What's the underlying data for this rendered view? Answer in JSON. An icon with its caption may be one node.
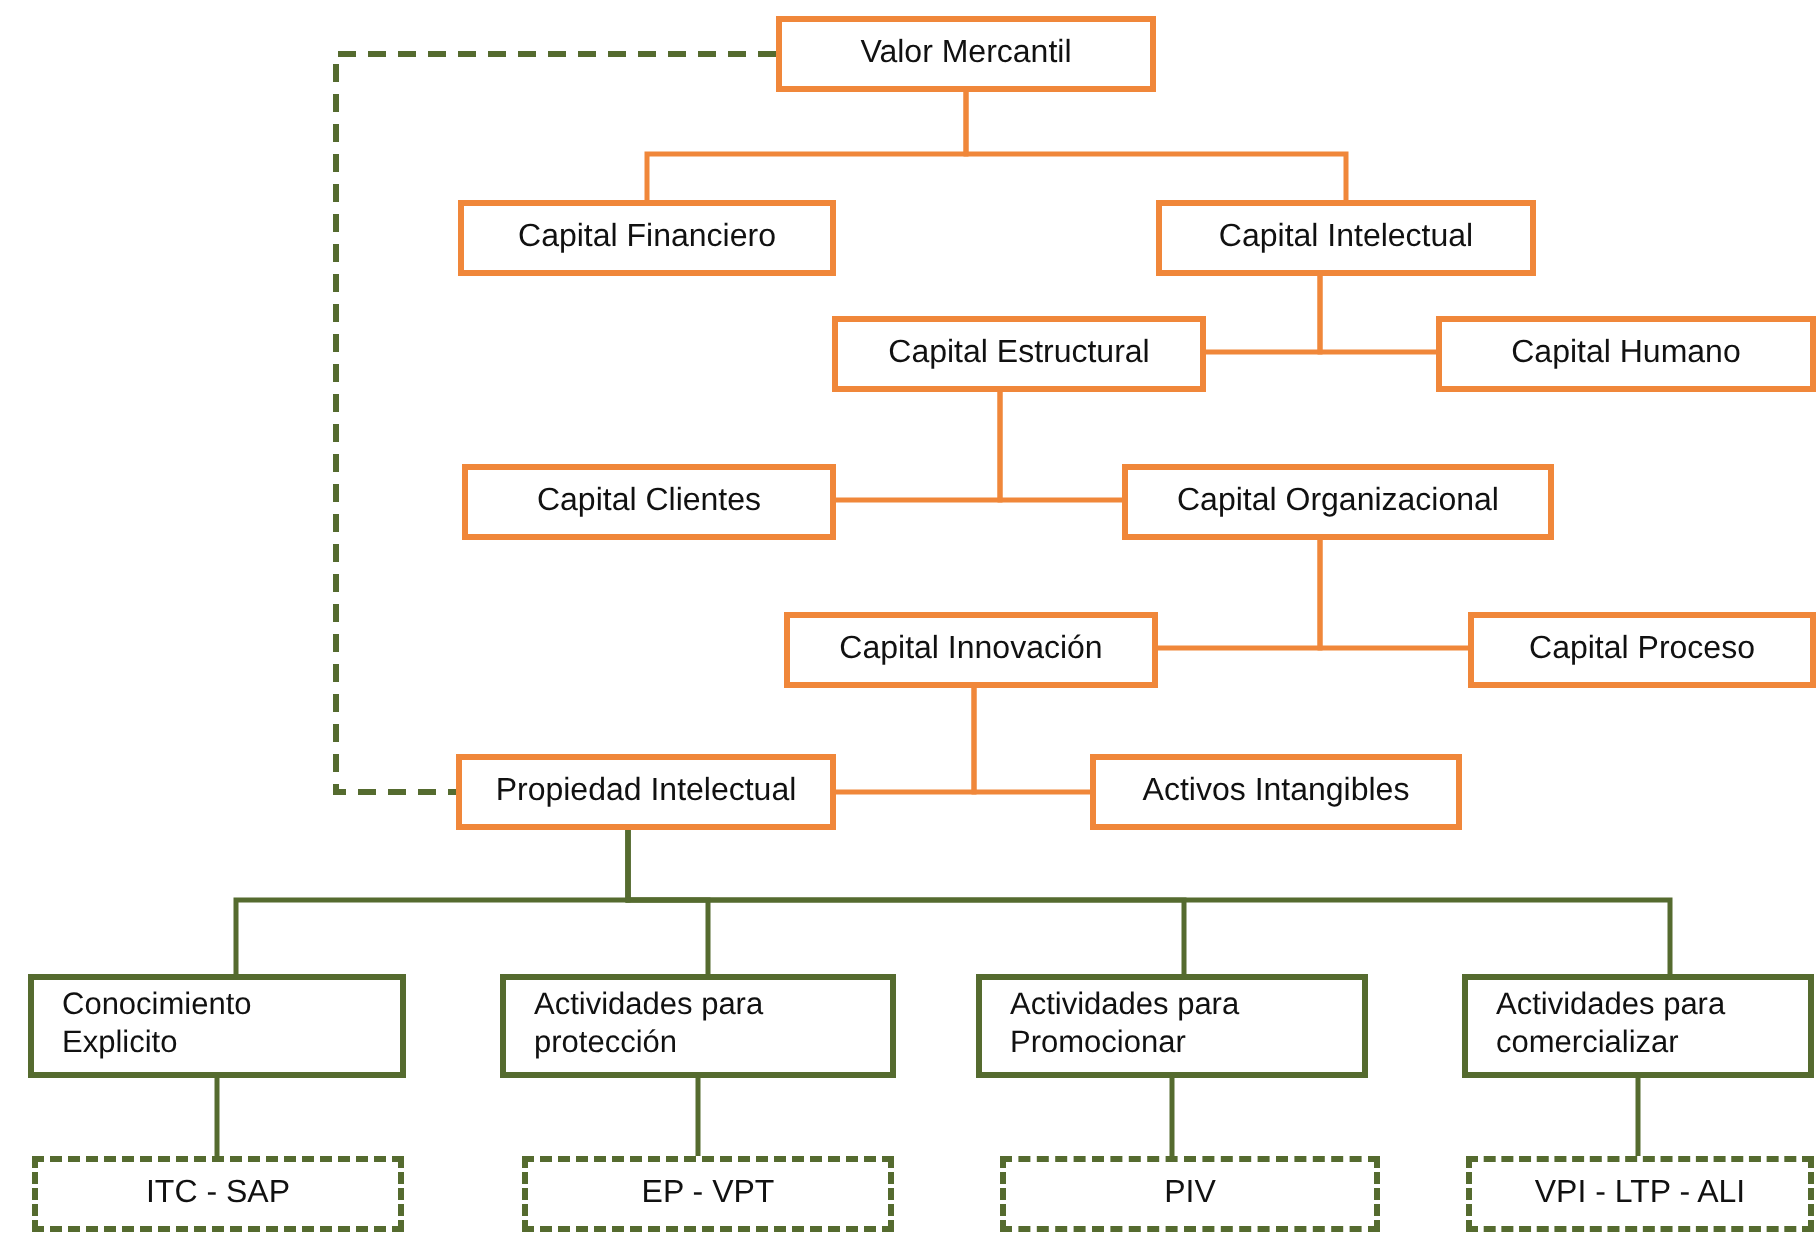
{
  "diagram": {
    "nodes": [
      {
        "text": [
          "Valor Mercantil"
        ]
      },
      {
        "text": [
          "Capital Financiero"
        ]
      },
      {
        "text": [
          "Capital Intelectual"
        ]
      },
      {
        "text": [
          "Capital Estructural"
        ]
      },
      {
        "text": [
          "Capital Humano"
        ]
      },
      {
        "text": [
          "Capital Clientes"
        ]
      },
      {
        "text": [
          "Capital Organizacional"
        ]
      },
      {
        "text": [
          "Capital Innovación"
        ]
      },
      {
        "text": [
          "Capital Proceso"
        ]
      },
      {
        "text": [
          "Propiedad Intelectual"
        ]
      },
      {
        "text": [
          "Activos Intangibles"
        ]
      },
      {
        "text": [
          "Conocimiento Explicito"
        ]
      },
      {
        "text": [
          "Actividades para protección"
        ]
      },
      {
        "text": [
          "Actividades para Promocionar"
        ]
      },
      {
        "text": [
          "Actividades para comercializar"
        ]
      },
      {
        "text": [
          "ITC - SAP"
        ]
      },
      {
        "text": [
          "EP - VPT"
        ]
      },
      {
        "text": [
          "PIV"
        ]
      },
      {
        "text": [
          "VPI - LTP - ALI"
        ]
      }
    ],
    "edges": [
      {
        "from": 0,
        "to": 1,
        "arrow": "none"
      },
      {
        "from": 0,
        "to": 2,
        "arrow": "none"
      },
      {
        "from": 2,
        "to": 3,
        "arrow": "none"
      },
      {
        "from": 2,
        "to": 4,
        "arrow": "none"
      },
      {
        "from": 3,
        "to": 5,
        "arrow": "none"
      },
      {
        "from": 3,
        "to": 6,
        "arrow": "none"
      },
      {
        "from": 6,
        "to": 7,
        "arrow": "none"
      },
      {
        "from": 6,
        "to": 8,
        "arrow": "none"
      },
      {
        "from": 7,
        "to": 9,
        "arrow": "none"
      },
      {
        "from": 7,
        "to": 10,
        "arrow": "none"
      },
      {
        "from": 9,
        "to": 11,
        "arrow": "none",
        "color": "#556b2f"
      },
      {
        "from": 9,
        "to": 12,
        "arrow": "none",
        "color": "#556b2f"
      },
      {
        "from": 9,
        "to": 13,
        "arrow": "none",
        "color": "#556b2f"
      },
      {
        "from": 9,
        "to": 14,
        "arrow": "none",
        "color": "#556b2f"
      },
      {
        "from": 11,
        "to": 15,
        "arrow": "none",
        "color": "#556b2f"
      },
      {
        "from": 12,
        "to": 16,
        "arrow": "none",
        "color": "#556b2f"
      },
      {
        "from": 13,
        "to": 17,
        "arrow": "none",
        "color": "#556b2f"
      },
      {
        "from": 14,
        "to": 18,
        "arrow": "none",
        "color": "#556b2f"
      },
      {
        "from": 0,
        "to": 9,
        "arrow": "none",
        "style": "dashed",
        "color": "#556b2f"
      }
    ]
  }
}
